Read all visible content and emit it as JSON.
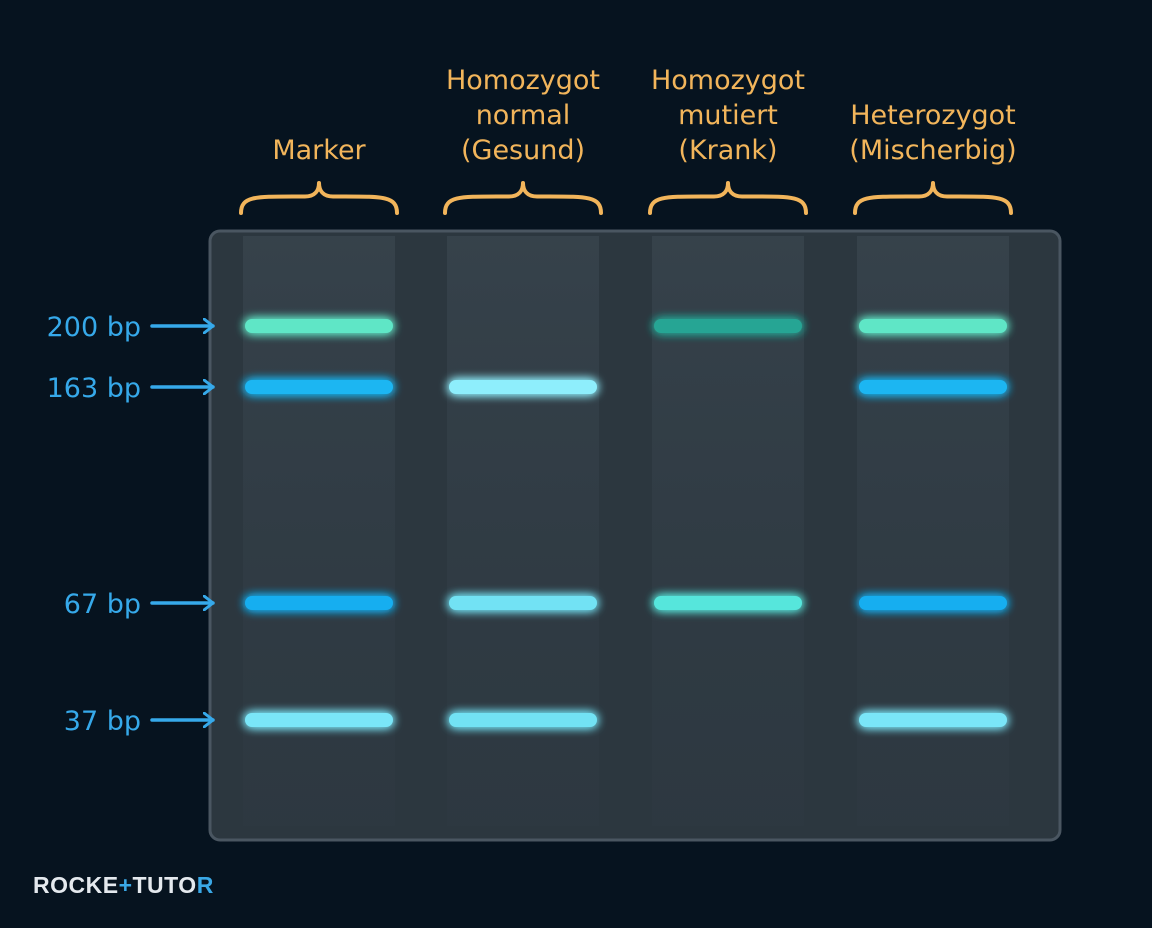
{
  "lanes": [
    {
      "label_lines": [
        "Marker"
      ]
    },
    {
      "label_lines": [
        "Homozygot",
        "normal",
        "(Gesund)"
      ]
    },
    {
      "label_lines": [
        "Homozygot",
        "mutiert",
        "(Krank)"
      ]
    },
    {
      "label_lines": [
        "Heterozygot",
        "(Mischerbig)"
      ]
    }
  ],
  "sizes": [
    {
      "label": "200 bp",
      "bp": 200
    },
    {
      "label": "163 bp",
      "bp": 163
    },
    {
      "label": "67 bp",
      "bp": 67
    },
    {
      "label": "37 bp",
      "bp": 37
    }
  ],
  "bands": [
    {
      "lane": 0,
      "bp": 200,
      "color": "#5ee6c6"
    },
    {
      "lane": 0,
      "bp": 163,
      "color": "#1eb6f2"
    },
    {
      "lane": 0,
      "bp": 67,
      "color": "#18aef0"
    },
    {
      "lane": 0,
      "bp": 37,
      "color": "#7ae6f8"
    },
    {
      "lane": 1,
      "bp": 163,
      "color": "#8eeefc"
    },
    {
      "lane": 1,
      "bp": 67,
      "color": "#72e2f4"
    },
    {
      "lane": 1,
      "bp": 37,
      "color": "#72e2f4"
    },
    {
      "lane": 2,
      "bp": 200,
      "color": "#27a594"
    },
    {
      "lane": 2,
      "bp": 67,
      "color": "#56e6dc"
    },
    {
      "lane": 3,
      "bp": 200,
      "color": "#5ee6c6"
    },
    {
      "lane": 3,
      "bp": 163,
      "color": "#1eb6f2"
    },
    {
      "lane": 3,
      "bp": 67,
      "color": "#18aef0"
    },
    {
      "lane": 3,
      "bp": 37,
      "color": "#7ae6f8"
    }
  ],
  "colors": {
    "background": "#06131f",
    "gel": "#2c373f",
    "gel_border": "#4a5661",
    "lane_label": "#f2b55b",
    "size_label": "#36a9ea"
  },
  "logo": {
    "part1": "ROCKE",
    "part2": "TUTO",
    "part3": "R"
  }
}
